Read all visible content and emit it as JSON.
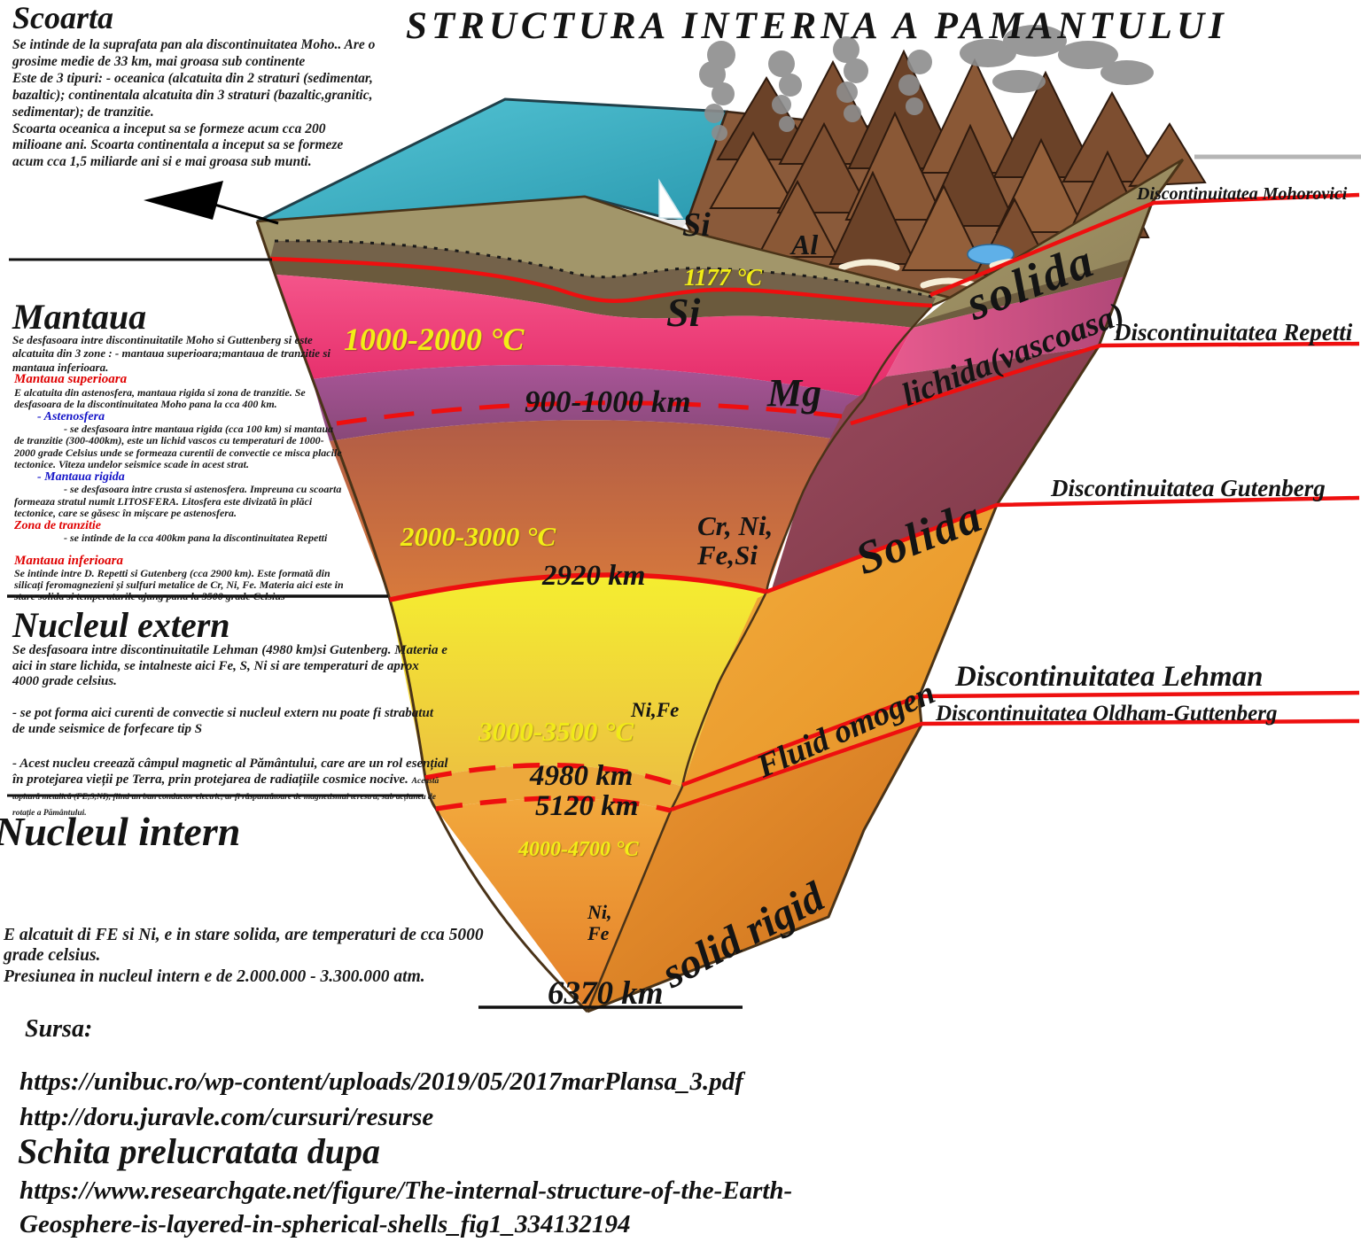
{
  "title": "STRUCTURA INTERNA A PAMANTULUI",
  "left": {
    "scoarta": {
      "heading": "Scoarta",
      "p1": "Se  intinde  de la suprafata pan ala discontinuitatea Moho.. Are o grosime medie de 33 km, mai groasa sub continente",
      "p2": "Este de  3 tipuri: - oceanica (alcatuita din  2 straturi (sedimentar, bazaltic); continentala alcatuita din 3 straturi (bazaltic,granitic, sedimentar); de tranzitie.",
      "p3": "Scoarta oceanica a inceput sa se formeze acum cca 200 milioane ani. Scoarta continentala a inceput sa se formeze acum cca 1,5 miliarde ani si e mai groasa sub munti."
    },
    "mantaua": {
      "heading": "Mantaua",
      "intro": "Se desfasoara intre discontinuitatile Moho si Guttenberg si este alcatuita din 3 zone : - mantaua superioara;mantaua de tranzitie si mantaua inferioara.",
      "sup_heading": "Mantaua superioara",
      "sup_body": "E alcatuita din astenosfera, mantaua rigida si  zona de tranzitie. Se desfasoara de la discontinuitatea Moho pana la  cca 400 km.",
      "asten_heading": "- Astenosfera",
      "asten_body": "- se desfasoara intre mantaua rigida (cca 100 km) si mantaua de tranzitie (300-400km),  este un lichid vascos cu temperaturi de 1000-2000 grade Celsius unde se formeaza curentii de convectie ce misca placile tectonice. Viteza undelor seismice scade in acest strat.",
      "rigida_heading": "- Mantaua rigida",
      "rigida_body": "- se desfasoara intre crusta  si astenosfera. Impreuna cu scoarta formeaza stratul numit LITOSFERA. Litosfera este divizată în plăci tectonice, care se găsesc în mișcare pe astenosfera.",
      "tranzitie_heading": "Zona de tranzitie",
      "tranzitie_body": "- se intinde de la cca 400km pana la discontinuitatea Repetti",
      "inf_heading": "Mantaua inferioara",
      "inf_body": "Se intinde intre D. Repetti si Gutenberg (cca 2900 km). Este formată din silicați feromagnezieni și sulfuri metalice de Cr, Ni, Fe. Materia aici este in stare solida si temperaturile ajung pana la 3500 grade Celsius"
    },
    "nucleul_extern": {
      "heading": "Nucleul extern",
      "p1": "Se desfasoara intre discontinuitatile Lehman (4980 km)si Gutenberg. Materia e aici in stare lichida, se intalneste aici Fe, S, Ni si are temperaturi de aprox 4000 grade celsius.",
      "p2": "- se pot forma aici curenti de convectie si nucleul extern nu poate fi strabatut de unde seismice de forfecare tip S",
      "p3": "- Acest nucleu creează câmpul magnetic al Pământului, care are un rol esențial în protejarea vieții pe Terra, prin protejarea de radiațiile cosmice nocive.",
      "p3_small": "Această topitură metalică (FE,S,NI), fiind un bun conductor electric, ar fi răspunzătoare de magnetismul terestru, sub acțiunea de rotație a Pământului."
    },
    "nucleul_intern": {
      "heading": "Nucleul intern",
      "p1": "E alcatuit di FE si Ni, e in stare solida, are temperaturi de cca 5000 grade celsius.",
      "p2": "Presiunea in nucleul intern  e de 2.000.000 - 3.300.000 atm."
    }
  },
  "diagram": {
    "surface": {
      "si_crust": "Si",
      "al": "Al"
    },
    "temps": {
      "t1177": "1177  °C",
      "t1000": "1000-2000  °C",
      "t2000": "2000-3000  °C",
      "t3000": "3000-3500  °C",
      "t4000": "4000-4700  °C"
    },
    "depths": {
      "d900": "900-1000 km",
      "d2920": "2920 km",
      "d4980": "4980 km",
      "d5120": "5120 km",
      "d6370": "6370 km"
    },
    "compositions": {
      "si_mantle": "Si",
      "mg": "Mg",
      "cr_ni": "Cr, Ni,",
      "fe_si": "Fe,Si",
      "ni_fe_outer": "Ni,Fe",
      "ni_inner": "Ni,",
      "fe_inner": "Fe"
    },
    "states": {
      "crust": "solida",
      "astenosphere": "lichida(vascoasa)",
      "lower_mantle": "Solida",
      "outer_core": "Fluid omogen",
      "inner_core": "solid rigid"
    }
  },
  "discontinuities": {
    "mohorovici": "Discontinuitatea Mohorovici",
    "repetti": "Discontinuitatea Repetti",
    "gutenberg": "Discontinuitatea Gutenberg",
    "lehman": "Discontinuitatea Lehman",
    "oldham": "Discontinuitatea Oldham-Guttenberg"
  },
  "sursa": {
    "heading": "Sursa:",
    "url1": "https://unibuc.ro/wp-content/uploads/2019/05/2017marPlansa_3.pdf",
    "url2": "http://doru.juravle.com/cursuri/resurse",
    "note": "Schita prelucratata dupa",
    "url3_line1": "https://www.researchgate.net/figure/The-internal-structure-of-the-Earth-",
    "url3_line2": "Geosphere-is-layered-in-spherical-shells_fig1_334132194"
  },
  "colors": {
    "ocean": "#3fb0c4",
    "sand": "#ecdfa6",
    "crust_tan": "#a2966a",
    "crust_brown": "#74624a",
    "pink_mantle": "#ec3a72",
    "purple_band": "#96508a",
    "lower_mantle": "#cc6f3e",
    "outer_core_yellow": "#f2e636",
    "inner_core_orange": "#ec8f2f",
    "red_line": "#ee0f0f",
    "yellow_text": "#f2ee16",
    "heading_red": "#e00000",
    "heading_blue": "#1414c8"
  }
}
